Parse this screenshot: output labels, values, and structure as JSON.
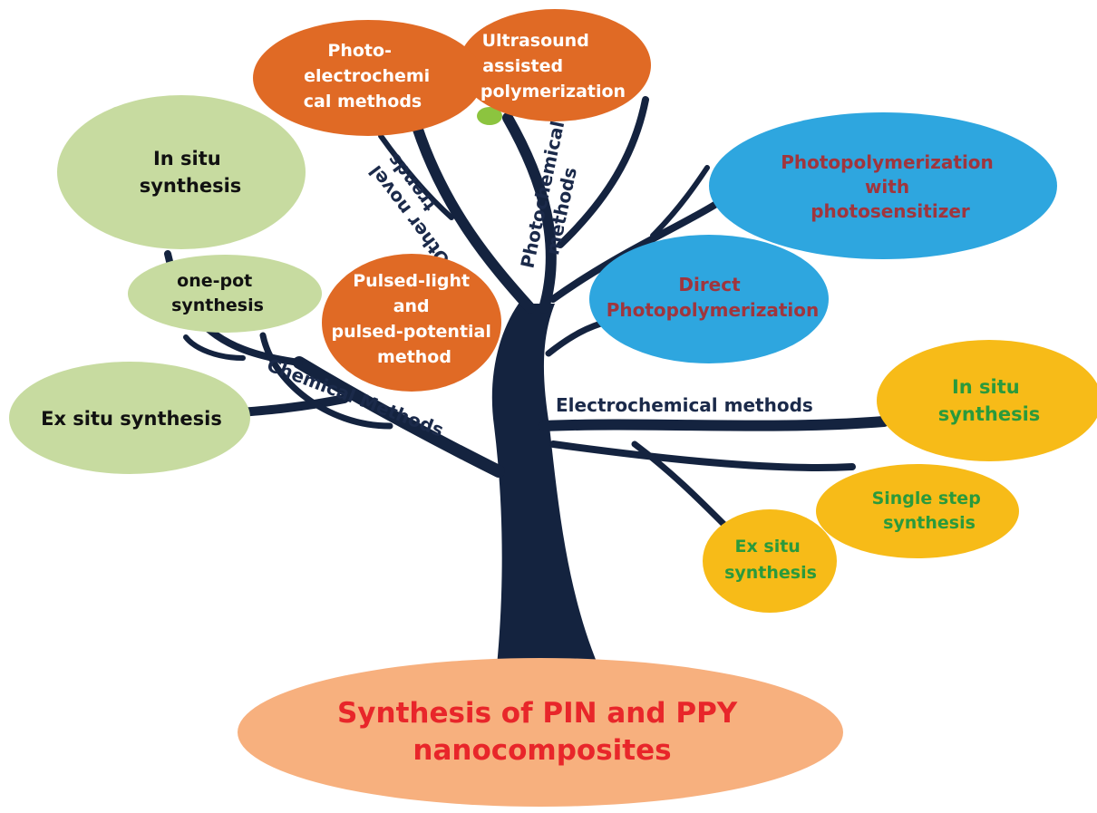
{
  "root": {
    "label_lines": [
      "Synthesis of PIN and PPY",
      "nanocomposites"
    ],
    "fill": "#f7b07e",
    "text_color": "#e8262a"
  },
  "branches": {
    "chemical": "Chemical Methods",
    "electrochemical": "Electrochemical methods",
    "photochemical_lines": [
      "Photochemical",
      "methods"
    ],
    "other_novel_lines": [
      "Other novel",
      "trends"
    ]
  },
  "nodes": {
    "chem_in_situ": [
      "In situ",
      "synthesis"
    ],
    "chem_one_pot": [
      "one-pot",
      "synthesis"
    ],
    "chem_ex_situ": [
      "Ex situ synthesis"
    ],
    "novel_photoelectro": [
      "Photo-",
      "electrochemi",
      "cal methods"
    ],
    "novel_ultrasound": [
      "Ultrasound",
      "assisted",
      "polymerization"
    ],
    "novel_pulsed": [
      "Pulsed-light",
      "and",
      "pulsed-potential",
      "method"
    ],
    "photo_sensitizer": [
      "Photopolymerization",
      "with",
      "photosensitizer"
    ],
    "photo_direct": [
      "Direct",
      "Photopolymerization"
    ],
    "electro_in_situ": [
      "In situ",
      "synthesis"
    ],
    "electro_single_step": [
      "Single step",
      "synthesis"
    ],
    "electro_ex_situ": [
      "Ex situ",
      "synthesis"
    ]
  },
  "colors": {
    "tree": "#14233f",
    "chemical_fill": "#c7dba0",
    "novel_fill": "#e06a25",
    "photo_fill": "#2ea6df",
    "electro_fill": "#f7bb18",
    "chemical_text": "#111111",
    "novel_text": "#ffffff",
    "photo_text": "#a0353d",
    "electro_text": "#2a9a3c"
  }
}
